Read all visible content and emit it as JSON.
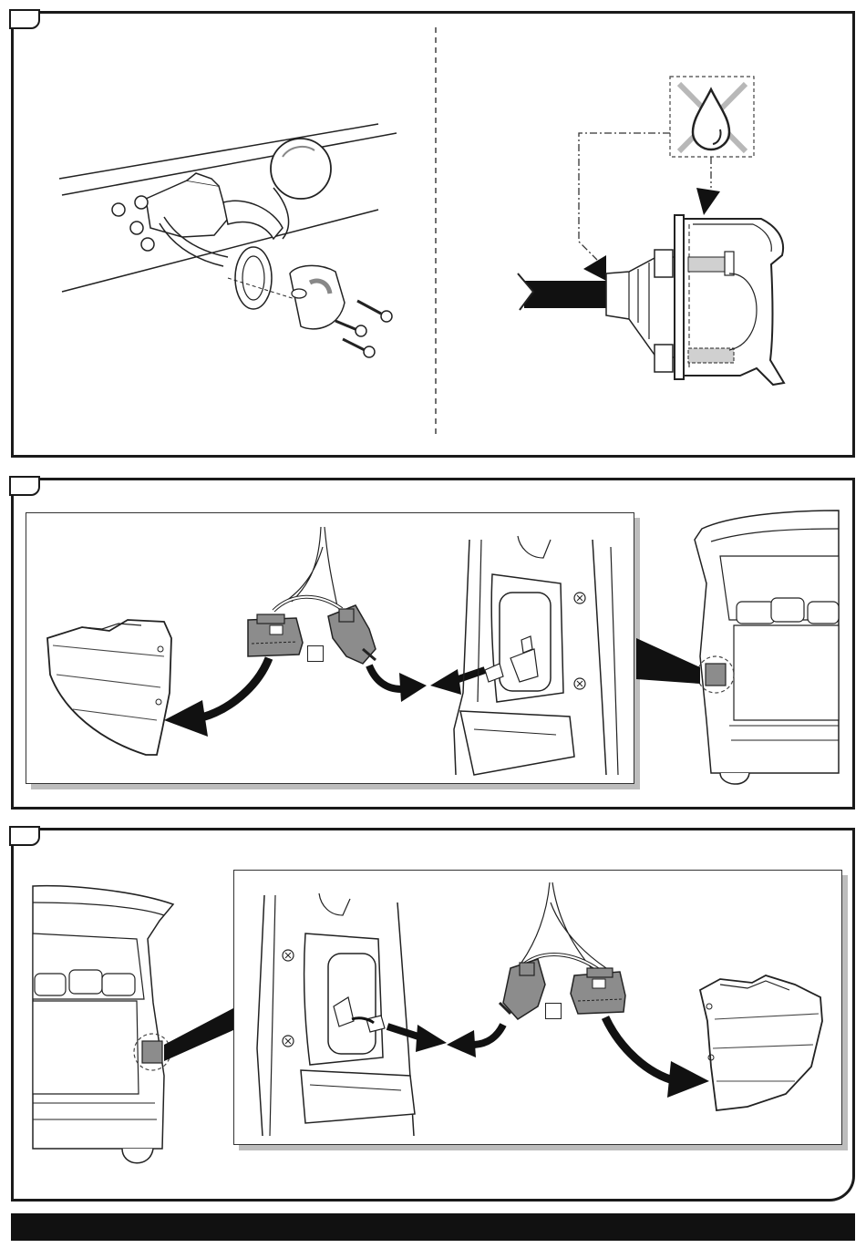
{
  "document": {
    "panels": [
      {
        "id": "step-1",
        "step_label": ""
      },
      {
        "id": "step-2",
        "step_label": ""
      },
      {
        "id": "step-3",
        "step_label": ""
      }
    ],
    "icons": [
      "tow-ball-icon",
      "socket-icon",
      "no-water-icon",
      "connector-icon",
      "tail-lamp-icon",
      "vehicle-rear-icon",
      "arrow-icon"
    ],
    "colors": {
      "line": "#1a1a1a",
      "shade": "#bdbdbd",
      "fill_grey": "#8c8c8c",
      "footer": "#111111"
    }
  }
}
